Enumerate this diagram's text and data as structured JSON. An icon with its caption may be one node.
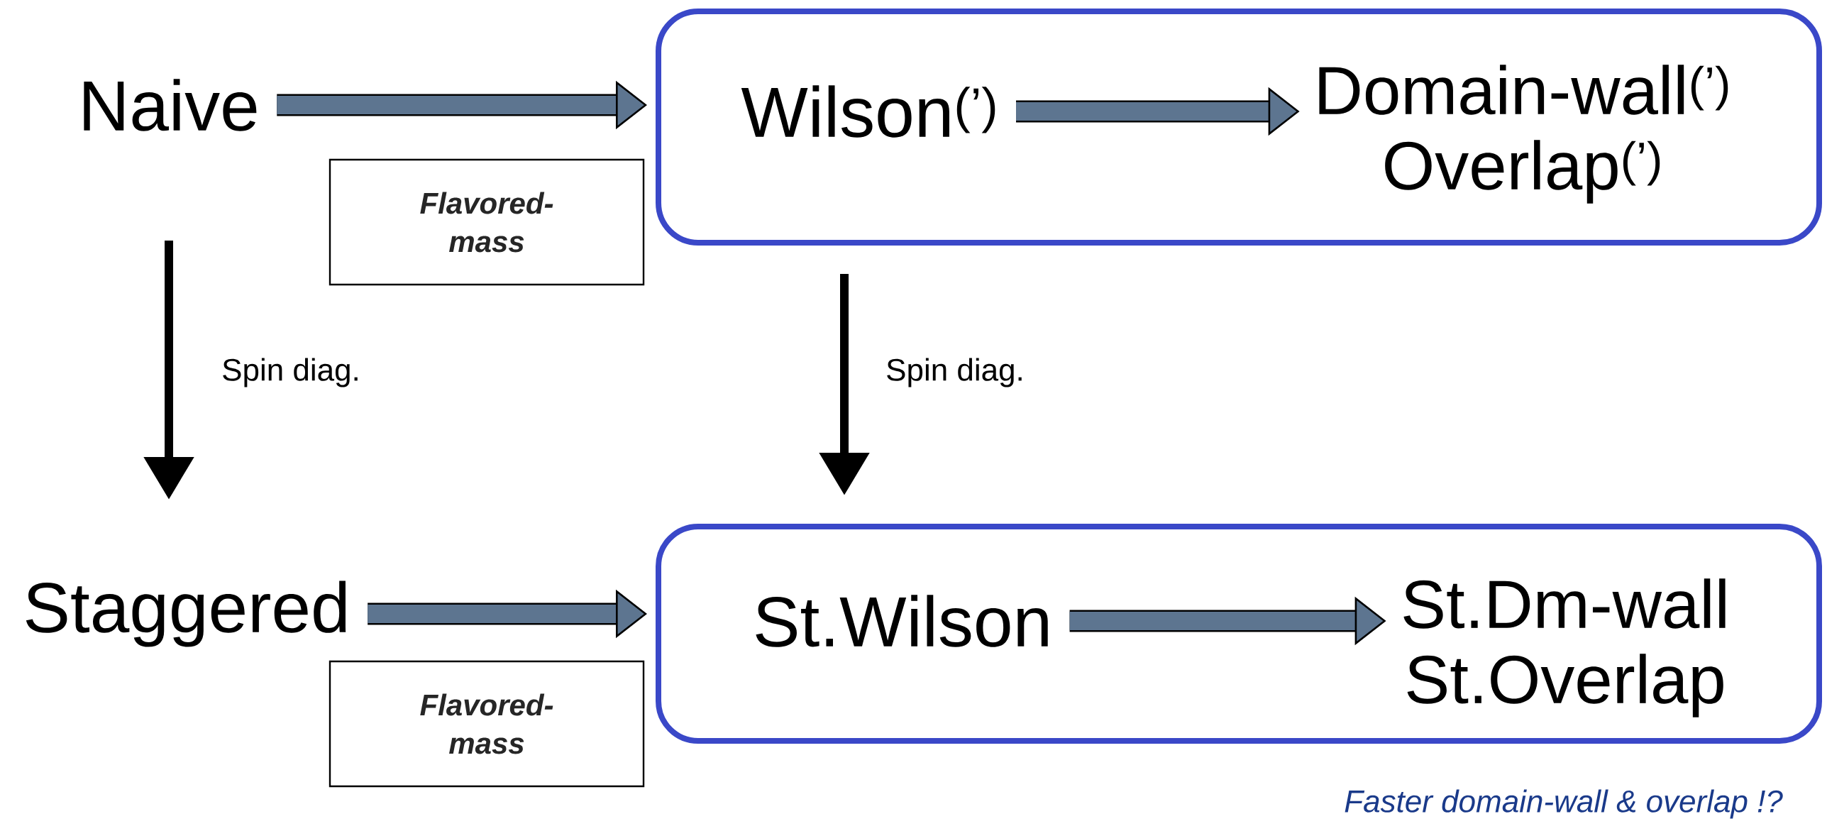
{
  "diagram": {
    "nodes": [
      {
        "text": [
          "Naive"
        ]
      },
      {
        "text": [],
        "shape": "box"
      },
      {
        "text": [
          "Wilson$^{(’)}$"
        ],
        "in": 1
      },
      {
        "text": [
          "Domain-wall$^{(’)}$ Overlap$^{(’)}$"
        ],
        "in": 1
      },
      {
        "text": [
          "Flavored-mass"
        ]
      },
      {
        "text": [
          "Staggered"
        ]
      },
      {
        "text": [],
        "shape": "box"
      },
      {
        "text": [
          "St.Wilson"
        ],
        "in": 6
      },
      {
        "text": [
          "St.Dm-wall St.Overlap"
        ],
        "in": 6
      },
      {
        "text": [
          "Flavored-mass"
        ]
      }
    ],
    "edges": [
      {
        "from": 0,
        "to": 1,
        "arrow": "to"
      },
      {
        "from": 2,
        "to": 3,
        "arrow": "to"
      },
      {
        "from": 0,
        "to": 5,
        "arrow": "to",
        "label": "Spin diag.",
        "color": "#000000"
      },
      {
        "from": 1,
        "to": 6,
        "arrow": "to",
        "label": "Spin diag.",
        "color": "#000000"
      },
      {
        "from": 5,
        "to": 6,
        "arrow": "to"
      },
      {
        "from": 7,
        "to": 8,
        "arrow": "to"
      }
    ],
    "labels": [
      "Faster domain-wall & overlap !?"
    ]
  }
}
